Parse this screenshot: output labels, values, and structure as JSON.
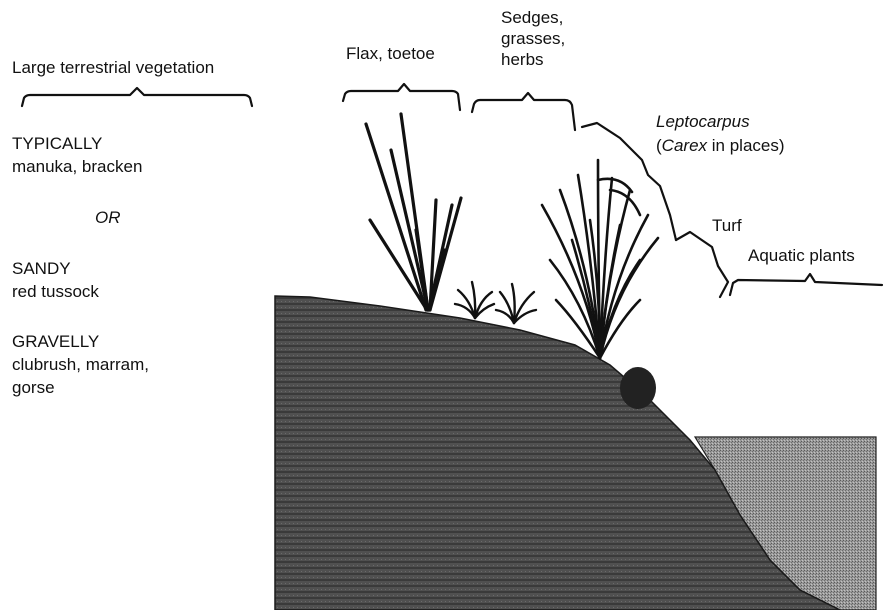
{
  "labels": {
    "large_vegetation": "Large terrestrial vegetation",
    "typically_heading": "TYPICALLY",
    "typically_species": "manuka, bracken",
    "or": "OR",
    "sandy_heading": "SANDY",
    "sandy_species": "red tussock",
    "gravelly_heading": "GRAVELLY",
    "gravelly_species_1": "clubrush, marram,",
    "gravelly_species_2": "gorse",
    "flax": "Flax, toetoe",
    "sedges_1": "Sedges,",
    "sedges_2": "grasses,",
    "sedges_3": "herbs",
    "leptocarpus": "Leptocarpus",
    "carex_open": "(",
    "carex": "Carex",
    "carex_rest": " in places)",
    "turf": "Turf",
    "aquatic": "Aquatic plants"
  },
  "colors": {
    "soil": "#4a4a4a",
    "water": "#8a8a8a",
    "ink": "#111111"
  }
}
